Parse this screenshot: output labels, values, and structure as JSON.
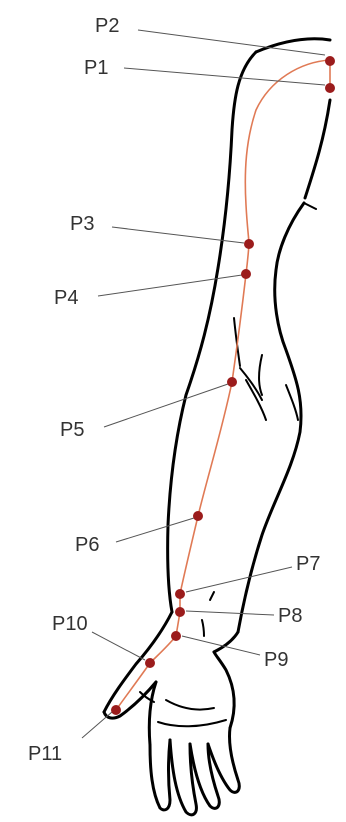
{
  "diagram": {
    "meridian_color": "#e07a55",
    "point_color": "#9b1c1c",
    "points": [
      {
        "id": "p1",
        "label": "P1"
      },
      {
        "id": "p2",
        "label": "P2"
      },
      {
        "id": "p3",
        "label": "P3"
      },
      {
        "id": "p4",
        "label": "P4"
      },
      {
        "id": "p5",
        "label": "P5"
      },
      {
        "id": "p6",
        "label": "P6"
      },
      {
        "id": "p7",
        "label": "P7"
      },
      {
        "id": "p8",
        "label": "P8"
      },
      {
        "id": "p9",
        "label": "P9"
      },
      {
        "id": "p10",
        "label": "P10"
      },
      {
        "id": "p11",
        "label": "P11"
      }
    ]
  }
}
